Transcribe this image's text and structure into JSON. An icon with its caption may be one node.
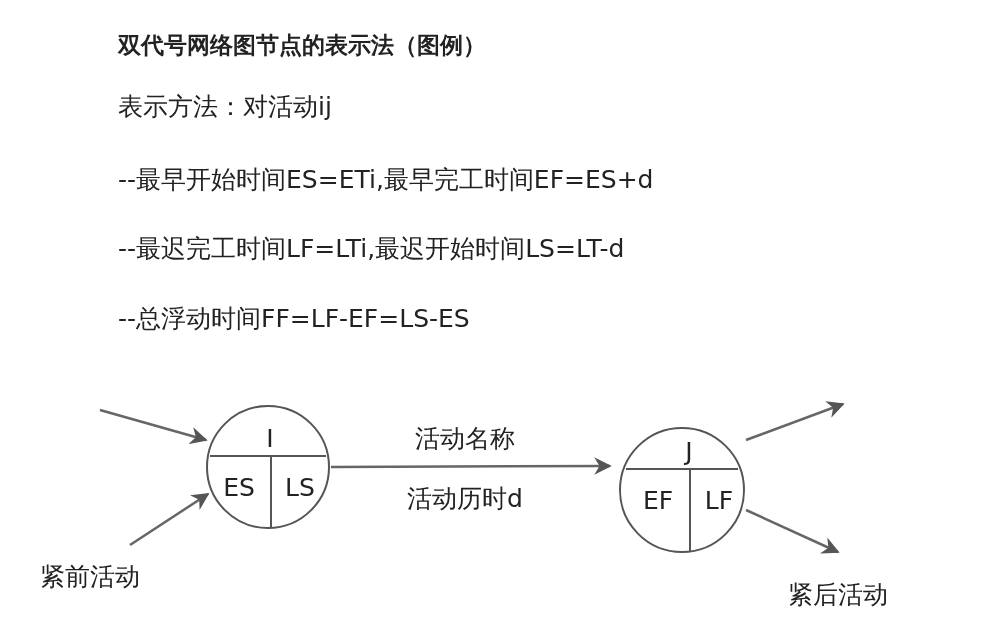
{
  "diagram": {
    "title": "双代号网络图节点的表示法（图例）",
    "nodes": [
      {
        "text": [
          "I",
          "ES",
          "LS"
        ]
      },
      {
        "text": [
          "J",
          "EF",
          "LF"
        ]
      }
    ],
    "edges": [
      {
        "from": null,
        "to": 0,
        "arrow": "to"
      },
      {
        "from": null,
        "to": 0,
        "arrow": "to"
      },
      {
        "from": 0,
        "to": 1,
        "arrow": "to",
        "label": "活动名称"
      },
      {
        "from": 1,
        "to": null,
        "arrow": "to"
      },
      {
        "from": 1,
        "to": null,
        "arrow": "to"
      }
    ],
    "labels": [
      "表示方法：对活动ij",
      "--最早开始时间ES=ETi,最早完工时间EF=ES+d",
      "--最迟完工时间LF=LTi,最迟开始时间LS=LT-d",
      "--总浮动时间FF=LF-EF=LS-ES",
      "活动历时d",
      "紧前活动",
      "紧后活动"
    ]
  }
}
